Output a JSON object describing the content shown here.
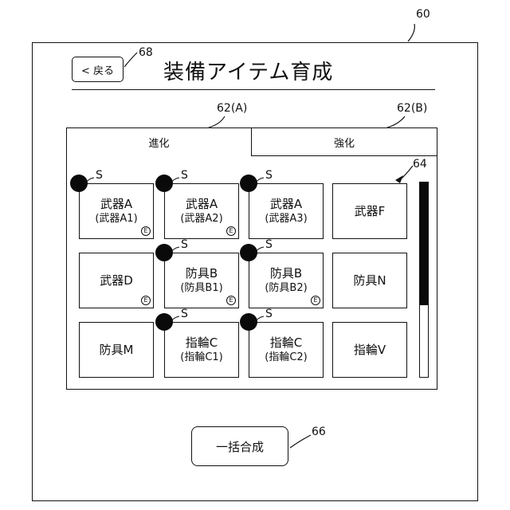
{
  "figure": {
    "screen_ref": "60",
    "back_ref": "68",
    "tab_a_ref": "62(A)",
    "tab_b_ref": "62(B)",
    "list_ref": "64",
    "combine_ref": "66"
  },
  "header": {
    "back_label": "< 戻る",
    "title": "装備アイテム育成"
  },
  "tabs": [
    {
      "label": "進化"
    },
    {
      "label": "強化"
    }
  ],
  "badge_s": "S",
  "badge_e": "E",
  "items": [
    {
      "name": "武器A",
      "sub": "(武器A1)",
      "s": true,
      "e": true
    },
    {
      "name": "武器A",
      "sub": "(武器A2)",
      "s": true,
      "e": true
    },
    {
      "name": "武器A",
      "sub": "(武器A3)",
      "s": true,
      "e": false
    },
    {
      "name": "武器F",
      "sub": "",
      "s": false,
      "e": false
    },
    {
      "name": "武器D",
      "sub": "",
      "s": false,
      "e": true
    },
    {
      "name": "防具B",
      "sub": "(防具B1)",
      "s": true,
      "e": true
    },
    {
      "name": "防具B",
      "sub": "(防具B2)",
      "s": true,
      "e": true
    },
    {
      "name": "防具N",
      "sub": "",
      "s": false,
      "e": false
    },
    {
      "name": "防具M",
      "sub": "",
      "s": false,
      "e": false
    },
    {
      "name": "指輪C",
      "sub": "(指輪C1)",
      "s": true,
      "e": false
    },
    {
      "name": "指輪C",
      "sub": "(指輪C2)",
      "s": true,
      "e": false
    },
    {
      "name": "指輪V",
      "sub": "",
      "s": false,
      "e": false
    }
  ],
  "scroll": {
    "visible_fraction": 0.63
  },
  "combine_label": "一括合成"
}
